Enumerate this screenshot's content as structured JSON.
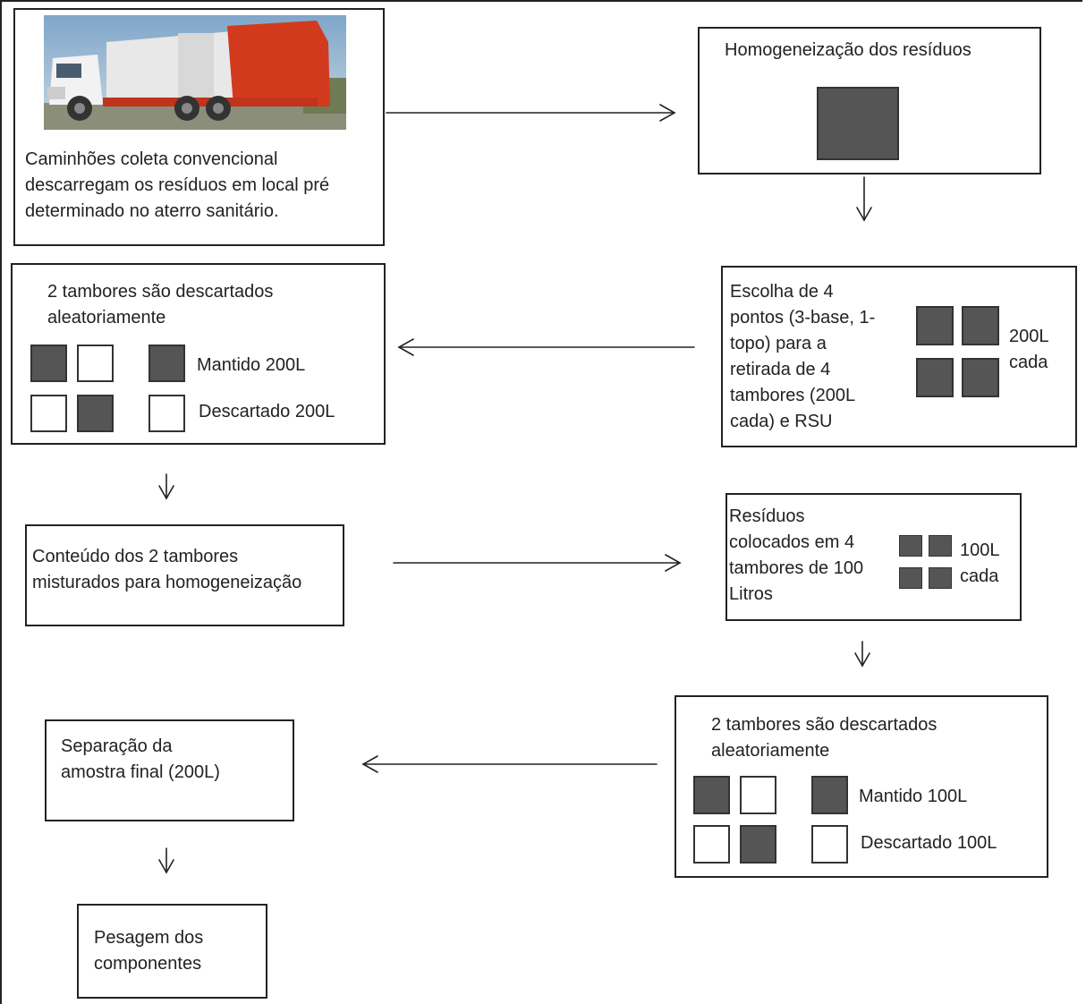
{
  "step1": {
    "text": "Caminhões coleta convencional\ndescarregam os resíduos em local pré\ndeterminado no aterro sanitário."
  },
  "step2": {
    "title": "Homogeneização dos resíduos"
  },
  "step3": {
    "text": "Escolha de 4\npontos (3-base, 1-\ntopo) para a\nretirada de 4\ntambores (200L\ncada) e RSU",
    "drum_label": "200L\ncada"
  },
  "step4": {
    "title": "2 tambores são descartados\naleatoriamente",
    "legend_kept": "Mantido 200L",
    "legend_discarded": "Descartado 200L"
  },
  "step5": {
    "text": "Conteúdo dos 2 tambores\nmisturados para homogeneização"
  },
  "step6": {
    "text": "Resíduos\ncolocados em 4\ntambores de 100\nLitros",
    "drum_label": "100L\ncada"
  },
  "step7": {
    "title": "2 tambores são descartados\naleatoriamente",
    "legend_kept": "Mantido 100L",
    "legend_discarded": "Descartado 100L"
  },
  "step8": {
    "text": "Separação da\namostra final (200L)"
  },
  "step9": {
    "text": "Pesagem dos\ncomponentes"
  },
  "colors": {
    "drum_filled": "#555555",
    "drum_empty": "#ffffff",
    "line": "#222222"
  }
}
